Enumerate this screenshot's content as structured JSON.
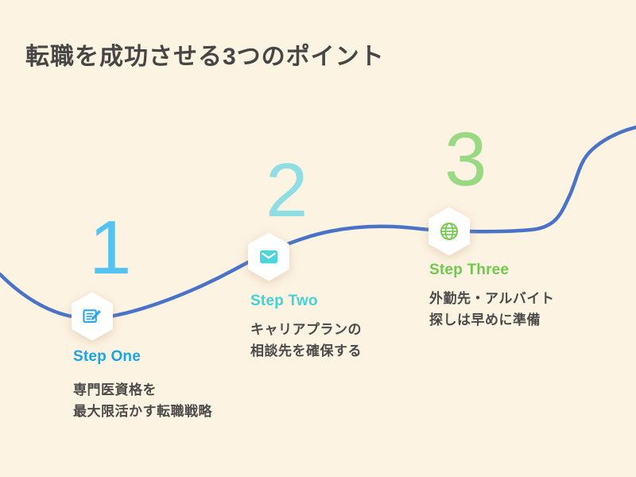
{
  "title": "転職を成功させる3つのポイント",
  "background_color": "#fdf3e3",
  "curve_color": "#4a72c6",
  "text_color": "#4b4b49",
  "steps": [
    {
      "number": "1",
      "label": "Step One",
      "description": "専門医資格を\n最大限活かす転職戦略",
      "icon": "memo-icon",
      "number_color": "#55c3f2",
      "label_color": "#18a6e9",
      "icon_color": "#2ba7ef"
    },
    {
      "number": "2",
      "label": "Step Two",
      "description": "キャリアプランの\n相談先を確保する",
      "icon": "mail-icon",
      "number_color": "#8edee4",
      "label_color": "#43d3d9",
      "icon_color": "#4dd5dc"
    },
    {
      "number": "3",
      "label": "Step Three",
      "description": "外勤先・アルバイト\n探しは早めに準備",
      "icon": "globe-icon",
      "number_color": "#9ad983",
      "label_color": "#70c94e",
      "icon_color": "#77ca52"
    }
  ]
}
